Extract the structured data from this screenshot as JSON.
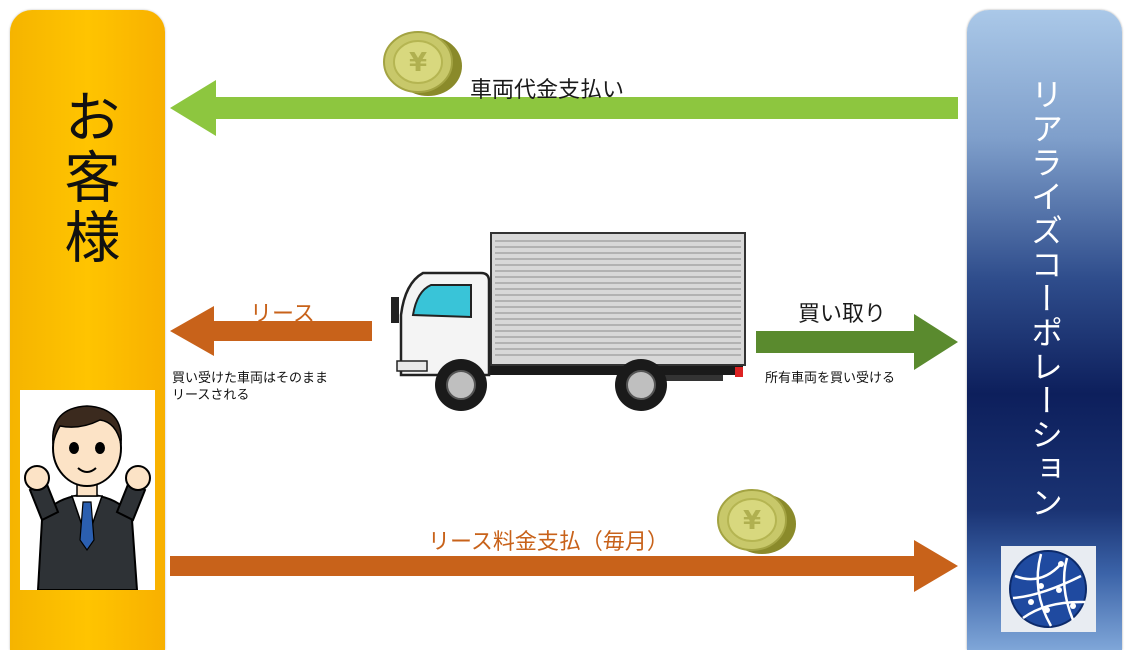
{
  "customer": {
    "title": "お客様"
  },
  "company": {
    "title": "リアライズコーポレーション"
  },
  "flows": {
    "payment": {
      "label": "車両代金支払い"
    },
    "lease": {
      "label": "リース",
      "note_line1": "買い受けた車両はそのまま",
      "note_line2": "リースされる"
    },
    "buy": {
      "label": "買い取り",
      "note": "所有車両を買い受ける"
    },
    "monthly": {
      "label": "リース料金支払（毎月）"
    }
  },
  "colors": {
    "customer_panel": "#ffc400",
    "company_panel": "#0d1f5c",
    "green_arrow": "#8dc63f",
    "dark_green_arrow": "#5a8a2e",
    "orange_arrow": "#c8621a"
  }
}
